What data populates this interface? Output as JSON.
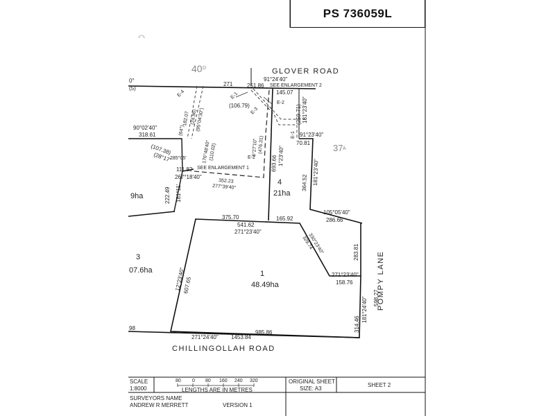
{
  "plan_number": "PS 736059L",
  "roads": {
    "north": "GLOVER ROAD",
    "south": "CHILLINGOLLAH ROAD",
    "east": "POMPY LANE"
  },
  "neighbours": {
    "north": "40",
    "north_suffix": "D",
    "east": "37",
    "east_suffix": "A"
  },
  "lots": [
    {
      "number": "1",
      "area": "48.49ha"
    },
    {
      "number": "3",
      "area": "07.6ha"
    },
    {
      "number": "4",
      "area": "21ha"
    },
    {
      "partial_area": "9ha"
    }
  ],
  "notes": {
    "see_enlargement_1": "SEE ENLARGEMENT 1",
    "see_enlargement_2": "SEE ENLARGEMENT 2"
  },
  "easements": [
    "E-1",
    "E-2",
    "E-3",
    "E-4"
  ],
  "dimensions": {
    "top_partial": "0°",
    "top_partial_paren": "(5)",
    "glover_271": "271",
    "glover_bearing": "91°24'40\"",
    "glover_251": "251.86",
    "d_145": "145.07",
    "d_10679": "(106.79)",
    "d_25971": "(259.71)",
    "b_1812340_a": "181°23'40\"",
    "b_912340": "91°23'40\"",
    "d_7081": "70.81",
    "d_31861": "318.61",
    "b_900240": "90°02'40\"",
    "d_10738": "(107.38)",
    "b_2817": "(28°17'",
    "b_28505": "285°05'",
    "d_11182": "111.82",
    "b_2671840": "267°18'40\"",
    "d_35223": "352.23",
    "b_2773940": "277°39'40\"",
    "d_69366": "693.66",
    "b_12340": "1°23'40\"",
    "d_47631": "(476.31)",
    "b_62710": "6°27'10\"",
    "d_36452": "364.52",
    "b_1812340_b": "181°23'40\"",
    "d_22249": "222.49",
    "b_18111": "181°11'",
    "b_1050540": "105°05'40\"",
    "d_28666": "286.66",
    "d_37570": "375.70",
    "d_54162": "541.62",
    "b_2712340_a": "271°23'40\"",
    "d_16592": "165.92",
    "b_3302340": "330°23'40\"",
    "d_32974": "329.74",
    "b_122340": "12°23'40\"",
    "d_60765": "607.65",
    "b_2712340_b": "271°23'40\"",
    "d_15876": "158.76",
    "d_28381": "283.81",
    "d_59827": "598.27",
    "b_1812440": "181°24'40\"",
    "d_31446": "314.46",
    "b_2712440": "271°24'40\"",
    "d_145384": "1453.84",
    "d_98586": "985.86",
    "d_98": "98",
    "e4_bearing": "(64°)",
    "e4_d1": "182.07",
    "e4_d2": "(24.96)",
    "e4_d3": "(95°04'30\")",
    "e4_d4": "176°48'40\"",
    "e4_d5": "(110.02)",
    "e4_d6": "E-2"
  },
  "title_block": {
    "scale_label": "SCALE",
    "scale_value": "1:8000",
    "scale_ticks": [
      "80",
      "0",
      "80",
      "160",
      "240",
      "320"
    ],
    "scale_caption": "LENGTHS ARE IN METRES",
    "original_sheet_label": "ORIGINAL SHEET",
    "size_label": "SIZE: A3",
    "sheet_label": "SHEET 2",
    "surveyors_label": "SURVEYORS NAME",
    "surveyor_name": "ANDREW R MERRETT",
    "version": "VERSION 1"
  }
}
